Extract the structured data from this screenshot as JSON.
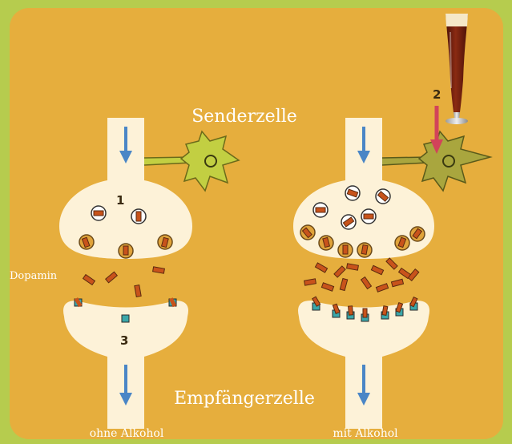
{
  "labels": {
    "sender": "Senderzelle",
    "receiver": "Empfängerzelle",
    "dopamine": "Dopamin",
    "without_alcohol": "ohne Alkohol",
    "with_alcohol": "mit Alkohol"
  },
  "markers": {
    "one": "1",
    "two": "2",
    "three": "3"
  },
  "colors": {
    "frame": "#b6cc4e",
    "panel": "#e6ae3d",
    "cell": "#fdf2d8",
    "arrow": "#4a86c6",
    "dopamine": "#c8531b",
    "neuron_green": "#c2cf42",
    "neuron_olive": "#a9a63e",
    "alcohol_arrow": "#d2435a",
    "receptor": "#3ba7a9"
  },
  "icons": [
    "beer-glass-icon",
    "neuron-icon",
    "arrow-down-icon",
    "vesicle-icon",
    "dopamine-molecule-icon",
    "receptor-icon"
  ]
}
